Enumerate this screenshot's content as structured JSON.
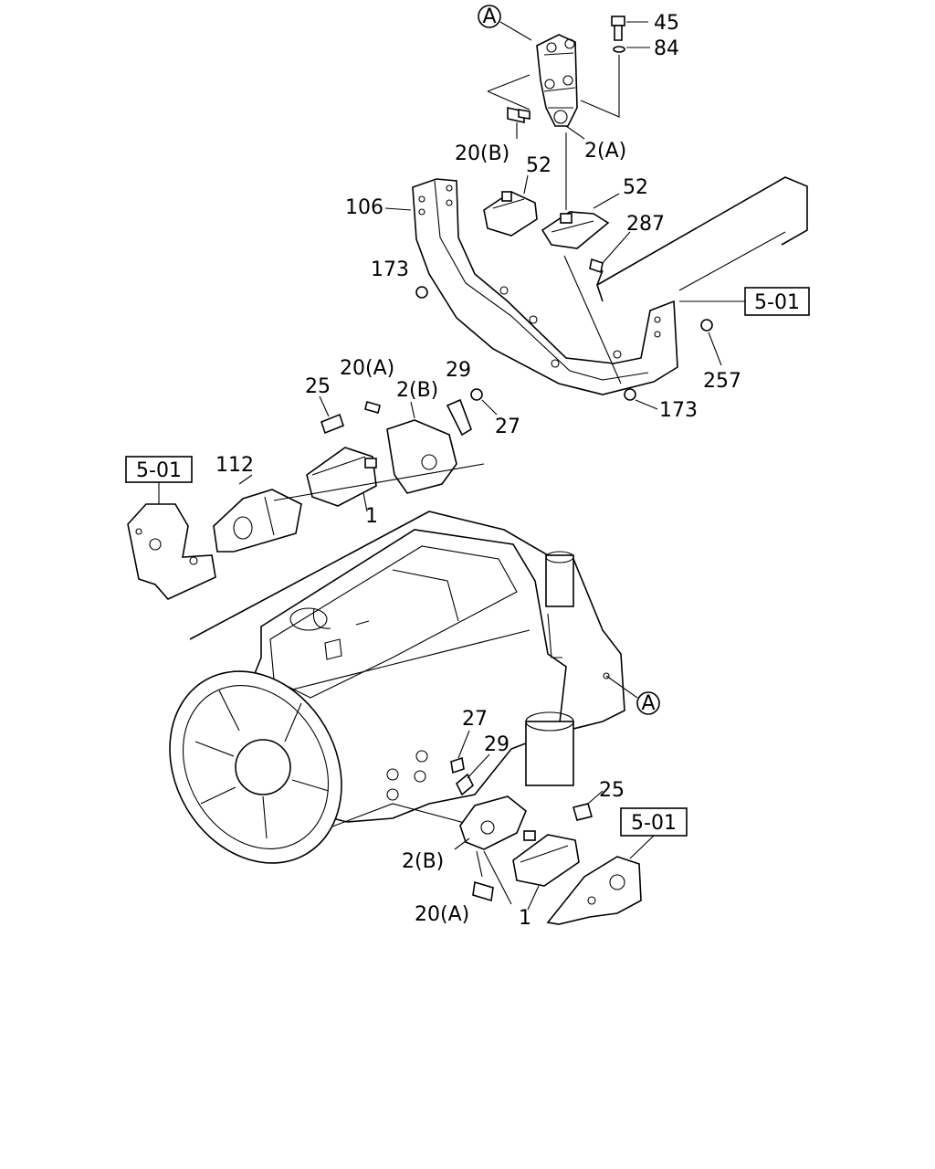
{
  "labels": {
    "circle_a_top": "A",
    "circle_a_side": "A",
    "p45": "45",
    "p84": "84",
    "p20b": "20(B)",
    "p2a": "2(A)",
    "p52_left": "52",
    "p52_right": "52",
    "p106": "106",
    "p287": "287",
    "p173_left": "173",
    "p173_right": "173",
    "ref_501_frame": "5-01",
    "p257": "257",
    "p20a_upper": "20(A)",
    "p25_upper": "25",
    "p2b_upper": "2(B)",
    "p29_upper": "29",
    "p27_upper": "27",
    "ref_501_left": "5-01",
    "p112": "112",
    "p1_upper": "1",
    "p27_lower": "27",
    "p29_lower": "29",
    "p25_lower": "25",
    "ref_501_lower": "5-01",
    "p2b_lower": "2(B)",
    "p20a_lower": "20(A)",
    "p1_lower": "1"
  }
}
